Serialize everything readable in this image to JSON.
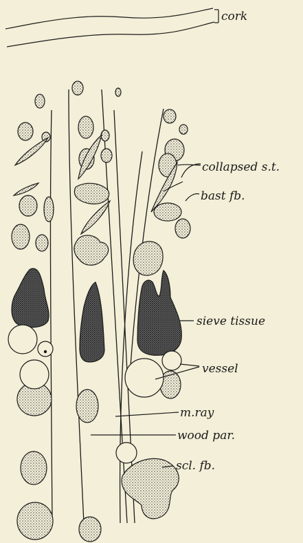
{
  "labels": {
    "cork": "cork",
    "collapsed_st": "collapsed s.t.",
    "bast_fb": "bast fb.",
    "sieve_tissue": "sieve tissue",
    "vessel": "vessel",
    "m_ray": "m.ray",
    "wood_par": "wood par.",
    "scl_fb": "scl. fb."
  },
  "colors": {
    "background": "#f3efd8",
    "ink": "#1a1a1a"
  }
}
